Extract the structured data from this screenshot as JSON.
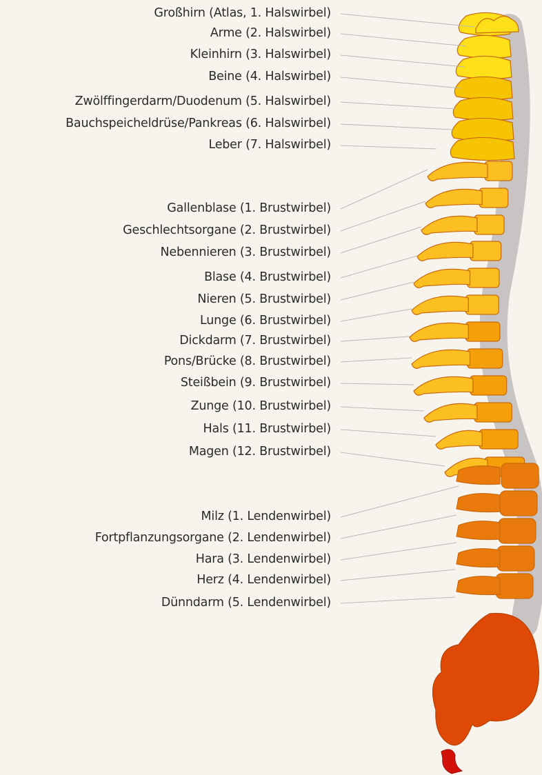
{
  "colors": {
    "background": "#f7f4ee",
    "text": "#2a2a2a",
    "leader_line": "#b9b9b9",
    "disc": "#c8c4c4",
    "cervical_light": "#fde019",
    "cervical_dark": "#f7c403",
    "thoracic_light": "#fbbf22",
    "thoracic_dark": "#f5a00a",
    "lumbar": "#ea7a0c",
    "sacrum": "#de4a06",
    "coccyx": "#d2110b",
    "outline": "#c86a10"
  },
  "groups": [
    {
      "id": "cervical",
      "items": [
        "Großhirn (Atlas, 1. Halswirbel)",
        "Arme (2. Halswirbel)",
        "Kleinhirn (3. Halswirbel)",
        "Beine (4. Halswirbel)",
        "Zwölffingerdarm/Duodenum (5. Halswirbel)",
        "Bauchspeicheldrüse/Pankreas (6. Halswirbel)",
        "Leber (7. Halswirbel)"
      ]
    },
    {
      "id": "thoracic",
      "items": [
        "Gallenblase (1. Brustwirbel)",
        "Geschlechtsorgane (2. Brustwirbel)",
        "Nebennieren (3. Brustwirbel)",
        "Blase (4. Brustwirbel)",
        "Nieren (5. Brustwirbel)",
        "Lunge (6. Brustwirbel)",
        "Dickdarm (7. Brustwirbel)",
        "Pons/Brücke (8. Brustwirbel)",
        "Steißbein (9. Brustwirbel)",
        "Zunge (10. Brustwirbel)",
        "Hals (11. Brustwirbel)",
        "Magen (12. Brustwirbel)"
      ]
    },
    {
      "id": "lumbar",
      "items": [
        "Milz (1. Lendenwirbel)",
        "Fortpflanzungsorgane (2. Lendenwirbel)",
        "Hara (3. Lendenwirbel)",
        "Herz (4. Lendenwirbel)",
        "Dünndarm (5. Lendenwirbel)"
      ]
    }
  ]
}
